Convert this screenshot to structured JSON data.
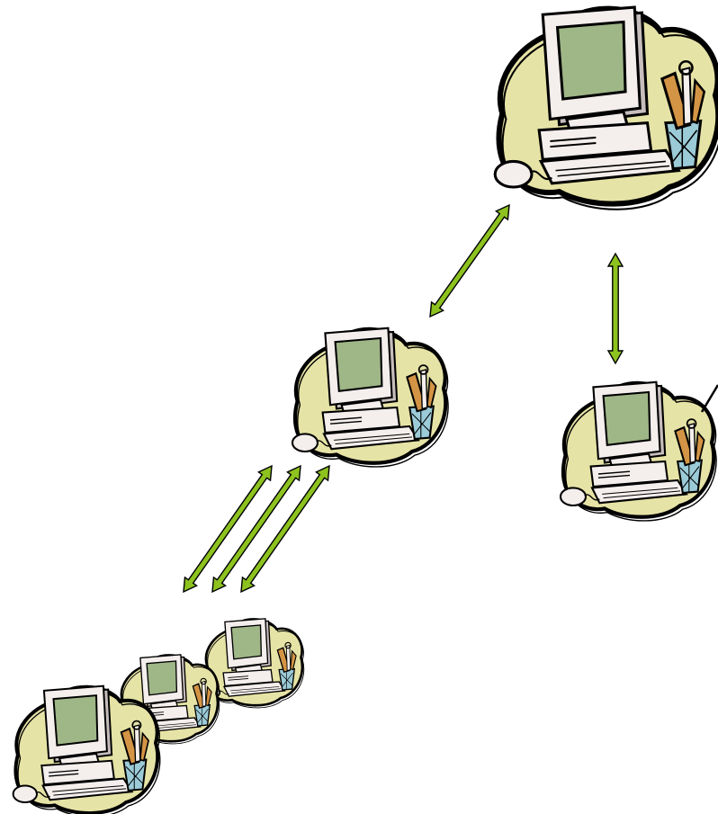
{
  "diagram": {
    "nodes": [
      {
        "id": "top-computer",
        "icon": "computer-clipart-icon"
      },
      {
        "id": "middle-computer",
        "icon": "computer-clipart-icon"
      },
      {
        "id": "right-computer",
        "icon": "computer-clipart-icon"
      },
      {
        "id": "bottom-computer-1",
        "icon": "computer-clipart-icon"
      },
      {
        "id": "bottom-computer-2",
        "icon": "computer-clipart-icon"
      },
      {
        "id": "bottom-computer-3",
        "icon": "computer-clipart-icon"
      }
    ],
    "connections": [
      {
        "from": "middle-computer",
        "to": "top-computer",
        "style": "double-arrow"
      },
      {
        "from": "top-computer",
        "to": "right-computer",
        "style": "double-arrow"
      },
      {
        "from": "bottom-computer-1",
        "to": "middle-computer",
        "style": "double-arrow"
      },
      {
        "from": "bottom-computer-2",
        "to": "middle-computer",
        "style": "double-arrow"
      },
      {
        "from": "bottom-computer-3",
        "to": "middle-computer",
        "style": "double-arrow"
      }
    ]
  },
  "colors": {
    "blob": "#e6e3a6",
    "outline": "#000000",
    "screen": "#9fb687",
    "monitor_body": "#f4eeed",
    "monitor_shadow": "#c7bdbd",
    "arrow": "#8dc21f",
    "cup": "#9ccbd8",
    "ruler": "#d39445"
  }
}
